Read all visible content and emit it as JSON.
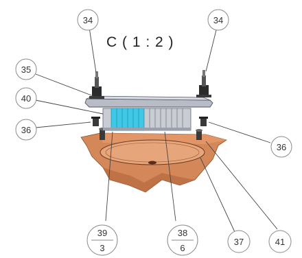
{
  "view": {
    "title": "C ( 1 : 2 )"
  },
  "callouts": [
    {
      "id": "34a",
      "label": "34"
    },
    {
      "id": "34b",
      "label": "34"
    },
    {
      "id": "35",
      "label": "35"
    },
    {
      "id": "40",
      "label": "40"
    },
    {
      "id": "36a",
      "label": "36"
    },
    {
      "id": "36b",
      "label": "36"
    },
    {
      "id": "39",
      "label": "39",
      "qty": "3"
    },
    {
      "id": "38",
      "label": "38",
      "qty": "6"
    },
    {
      "id": "37",
      "label": "37"
    },
    {
      "id": "41",
      "label": "41"
    }
  ],
  "colors": {
    "base_fill": "#d4885a",
    "base_dark": "#b86a3e",
    "ring": "#e7a57b",
    "plate": "#b8bcc6",
    "block_cyan": "#3fc8e6",
    "block_gray": "#c9ccd3",
    "bolt": "#2b2b2b"
  }
}
